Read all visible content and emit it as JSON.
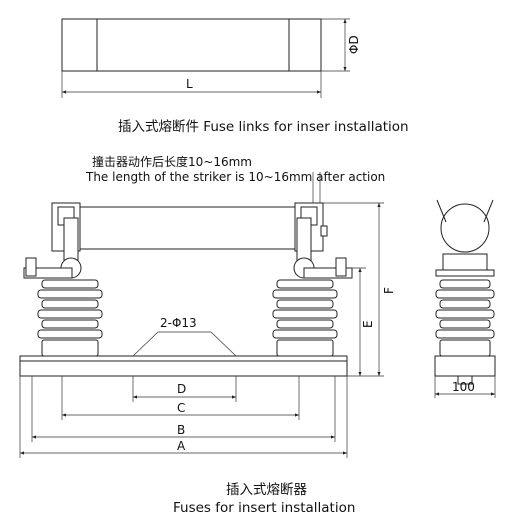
{
  "fuse_link": {
    "dim_length": "L",
    "dim_diameter": "ΦD",
    "caption": "插入式熔断件 Fuse links for inser installation"
  },
  "striker_note": {
    "line_cn": "撞击器动作后长度10~16mm",
    "line_en": "The length of the striker is 10~16mm after action"
  },
  "assembly": {
    "dim_holes": "2-Φ13",
    "dim_A": "A",
    "dim_B": "B",
    "dim_C": "C",
    "dim_D": "D",
    "dim_E": "E",
    "dim_F": "F",
    "dim_width": "100"
  },
  "footer": {
    "caption_cn": "插入式熔断器",
    "caption_en": "Fuses for insert installation"
  }
}
